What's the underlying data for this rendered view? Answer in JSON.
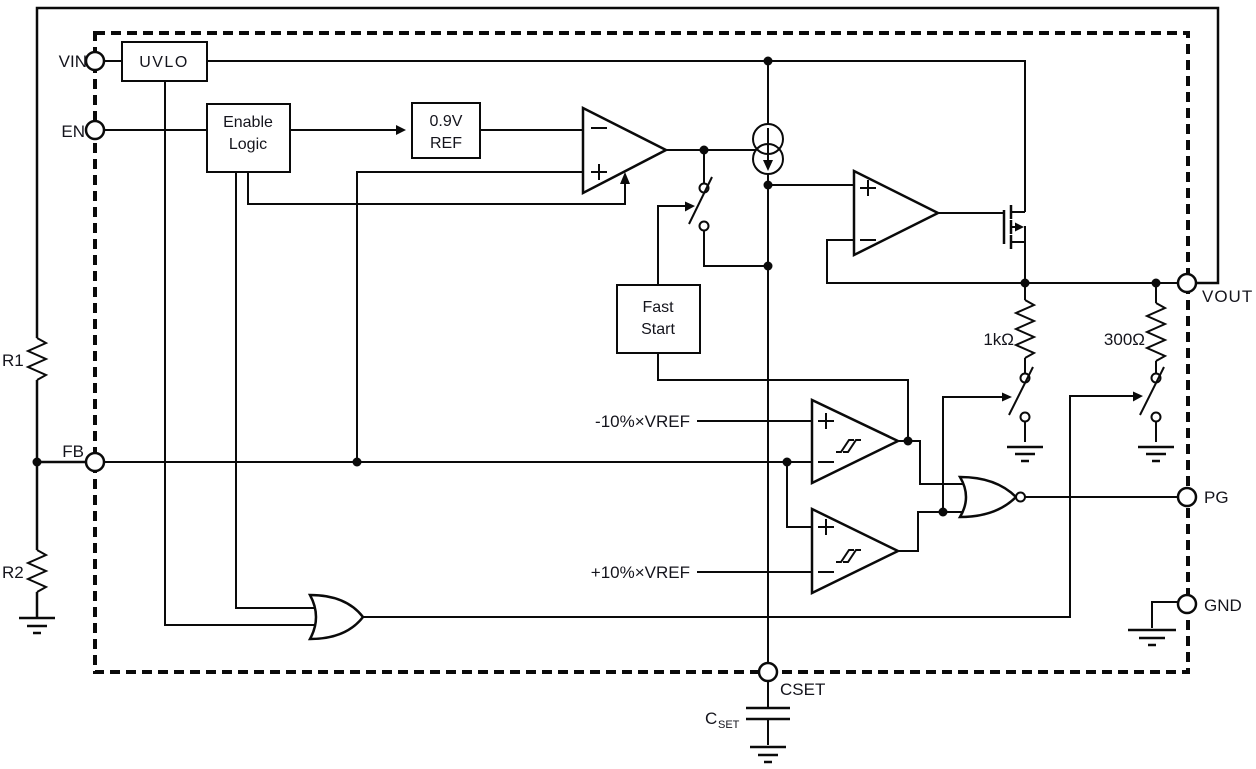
{
  "figure_type": "ldo-regulator-functional-block-diagram",
  "colors": {
    "ink": "#0a0a0a",
    "background": "#ffffff",
    "text": "#14141c"
  },
  "pins": {
    "vin": "VIN",
    "en": "EN",
    "fb": "FB",
    "vout": "VOUT",
    "pg": "PG",
    "gnd": "GND",
    "cset": "CSET"
  },
  "blocks": {
    "uvlo": "UVLO",
    "enable_logic": [
      "Enable",
      "Logic"
    ],
    "vref": [
      "0.9V",
      "REF"
    ],
    "fast_start": [
      "Fast",
      "Start"
    ]
  },
  "labels": {
    "r1": "R1",
    "r2": "R2",
    "r_1k": "1kΩ",
    "r_300": "300Ω",
    "vref_minus10": "-10%×VREF",
    "vref_plus10": "+10%×VREF",
    "cset_cap": "C",
    "cset_cap_sub": "SET"
  }
}
